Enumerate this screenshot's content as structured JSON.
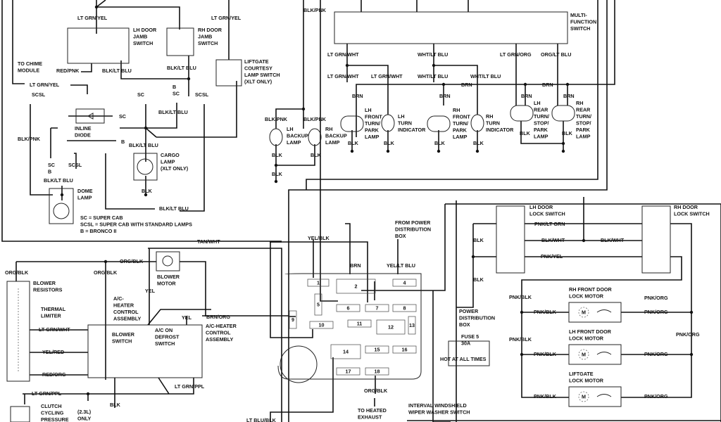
{
  "diagram": {
    "labels": [
      {
        "id": "w_ltgrnyel_top",
        "lines": [
          "LT GRN/YEL"
        ]
      },
      {
        "id": "c_lh_jamb",
        "lines": [
          "LH DOOR",
          "JAMB",
          "SWITCH"
        ]
      },
      {
        "id": "c_rh_jamb",
        "lines": [
          "RH DOOR",
          "JAMB",
          "SWITCH"
        ]
      },
      {
        "id": "w_ltgrnyel_right",
        "lines": [
          "LT GRN/YEL"
        ]
      },
      {
        "id": "c_chime",
        "lines": [
          "TO CHIME",
          "MODULE"
        ]
      },
      {
        "id": "w_redpnk",
        "lines": [
          "RED/PNK"
        ]
      },
      {
        "id": "w_blkltblu_1",
        "lines": [
          "BLK/LT BLU"
        ]
      },
      {
        "id": "w_blkltblu_2",
        "lines": [
          "BLK/LT BLU"
        ]
      },
      {
        "id": "c_liftgate_sw",
        "lines": [
          "LIFTGATE",
          "COURTESY",
          "LAMP SWITCH",
          "(XLT ONLY)"
        ]
      },
      {
        "id": "w_ltgrnyel_left",
        "lines": [
          "LT GRN/YEL"
        ]
      },
      {
        "id": "v_scsl_1",
        "lines": [
          "SCSL"
        ]
      },
      {
        "id": "v_sc_1",
        "lines": [
          "SC"
        ]
      },
      {
        "id": "v_b_sc",
        "lines": [
          "B",
          "SC"
        ]
      },
      {
        "id": "v_scsl_2",
        "lines": [
          "SCSL"
        ]
      },
      {
        "id": "w_blkltblu_3",
        "lines": [
          "BLK/LT BLU"
        ]
      },
      {
        "id": "v_sc_2",
        "lines": [
          "SC"
        ]
      },
      {
        "id": "c_diode",
        "lines": [
          "INLINE",
          "DIODE"
        ]
      },
      {
        "id": "v_b_1",
        "lines": [
          "B"
        ]
      },
      {
        "id": "w_blkpnk_left",
        "lines": [
          "BLK/PNK"
        ]
      },
      {
        "id": "w_blkltblu_4",
        "lines": [
          "BLK/LT BLU"
        ]
      },
      {
        "id": "c_cargo",
        "lines": [
          "CARGO",
          "LAMP",
          "(XLT ONLY)"
        ]
      },
      {
        "id": "v_sc_b",
        "lines": [
          "SC",
          "B"
        ]
      },
      {
        "id": "v_scsl_3",
        "lines": [
          "SCSL"
        ]
      },
      {
        "id": "w_blkltblu_5",
        "lines": [
          "BLK/LT BLU"
        ]
      },
      {
        "id": "w_blk_cargo",
        "lines": [
          "BLK"
        ]
      },
      {
        "id": "c_dome",
        "lines": [
          "DOME",
          "LAMP"
        ]
      },
      {
        "id": "w_blkltblu_6",
        "lines": [
          "BLK/LT BLU"
        ]
      },
      {
        "id": "legend",
        "lines": [
          "SC = SUPER CAB",
          "SCSL = SUPER CAB WITH STANDARD LAMPS",
          "B = BRONCO II"
        ]
      },
      {
        "id": "w_blkpnk_top",
        "lines": [
          "BLK/PNK"
        ]
      },
      {
        "id": "c_multifunction",
        "lines": [
          "MULTI-",
          "FUNCTION",
          "SWITCH"
        ]
      },
      {
        "id": "w_ltgrnwht_1",
        "lines": [
          "LT GRN/WHT"
        ]
      },
      {
        "id": "w_whtltblu_1",
        "lines": [
          "WHT/LT BLU"
        ]
      },
      {
        "id": "w_ltgrnorg",
        "lines": [
          "LT GRN/ORG"
        ]
      },
      {
        "id": "w_orgltblu",
        "lines": [
          "ORG/LT BLU"
        ]
      },
      {
        "id": "w_ltgrnwht_2",
        "lines": [
          "LT GRN/WHT"
        ]
      },
      {
        "id": "w_ltgrnwht_3",
        "lines": [
          "LT GRN/WHT"
        ]
      },
      {
        "id": "w_whtltblu_2",
        "lines": [
          "WHT/LT BLU"
        ]
      },
      {
        "id": "w_whtltblu_3",
        "lines": [
          "WHT/LT BLU"
        ]
      },
      {
        "id": "w_brn_1",
        "lines": [
          "BRN"
        ]
      },
      {
        "id": "w_brn_2",
        "lines": [
          "BRN"
        ]
      },
      {
        "id": "w_brn_3",
        "lines": [
          "BRN"
        ]
      },
      {
        "id": "w_brn_4",
        "lines": [
          "BRN"
        ]
      },
      {
        "id": "w_brn_5",
        "lines": [
          "BRN"
        ]
      },
      {
        "id": "w_brn_6",
        "lines": [
          "BRN"
        ]
      },
      {
        "id": "w_blkpnk_2",
        "lines": [
          "BLK/PNK"
        ]
      },
      {
        "id": "w_blkpnk_3",
        "lines": [
          "BLK/PNK"
        ]
      },
      {
        "id": "c_lh_backup",
        "lines": [
          "LH",
          "BACKUP",
          "LAMP"
        ]
      },
      {
        "id": "c_rh_backup",
        "lines": [
          "RH",
          "BACKUP",
          "LAMP"
        ]
      },
      {
        "id": "c_lh_front",
        "lines": [
          "LH",
          "FRONT",
          "TURN/",
          "PARK",
          "LAMP"
        ]
      },
      {
        "id": "c_lh_turn",
        "lines": [
          "LH",
          "TURN",
          "INDICATOR"
        ]
      },
      {
        "id": "c_rh_front",
        "lines": [
          "RH",
          "FRONT",
          "TURN/",
          "PARK",
          "LAMP"
        ]
      },
      {
        "id": "c_rh_turn",
        "lines": [
          "RH",
          "TURN",
          "INDICATOR"
        ]
      },
      {
        "id": "c_lh_rear",
        "lines": [
          "LH",
          "REAR",
          "TURN/",
          "STOP/",
          "PARK",
          "LAMP"
        ]
      },
      {
        "id": "c_rh_rear",
        "lines": [
          "RH",
          "REAR",
          "TURN/",
          "STOP/",
          "PARK",
          "LAMP"
        ]
      },
      {
        "id": "g_blk_1",
        "lines": [
          "BLK"
        ]
      },
      {
        "id": "g_blk_2",
        "lines": [
          "BLK"
        ]
      },
      {
        "id": "g_blk_3",
        "lines": [
          "BLK"
        ]
      },
      {
        "id": "g_blk_4",
        "lines": [
          "BLK"
        ]
      },
      {
        "id": "g_blk_5",
        "lines": [
          "BLK"
        ]
      },
      {
        "id": "g_blk_6",
        "lines": [
          "BLK"
        ]
      },
      {
        "id": "g_blk_7",
        "lines": [
          "BLK"
        ]
      },
      {
        "id": "g_blk_8",
        "lines": [
          "BLK"
        ]
      },
      {
        "id": "g_blk_9",
        "lines": [
          "BLK"
        ]
      },
      {
        "id": "w_tanwht",
        "lines": [
          "TAN/WHT"
        ]
      },
      {
        "id": "w_orgblk_1",
        "lines": [
          "ORG/BLK"
        ]
      },
      {
        "id": "w_orgblk_2",
        "lines": [
          "ORG/BLK"
        ]
      },
      {
        "id": "w_orgblk_3",
        "lines": [
          "ORG/BLK"
        ]
      },
      {
        "id": "c_blower_motor",
        "lines": [
          "BLOWER",
          "MOTOR"
        ]
      },
      {
        "id": "c_blower_res",
        "lines": [
          "BLOWER",
          "RESISTORS"
        ]
      },
      {
        "id": "w_yel_1",
        "lines": [
          "YEL"
        ]
      },
      {
        "id": "c_thermal",
        "lines": [
          "THERMAL",
          "LIMITER"
        ]
      },
      {
        "id": "c_ac_heater_1",
        "lines": [
          "A/C-",
          "HEATER",
          "CONTROL",
          "ASSEMBLY"
        ]
      },
      {
        "id": "w_yel_2",
        "lines": [
          "YEL"
        ]
      },
      {
        "id": "w_brnorg",
        "lines": [
          "BRN/ORG"
        ]
      },
      {
        "id": "c_ac_heater_2",
        "lines": [
          "A/C-HEATER",
          "CONTROL",
          "ASSEMBLY"
        ]
      },
      {
        "id": "w_ltgrnwht_4",
        "lines": [
          "LT GRN/WHT"
        ]
      },
      {
        "id": "c_blower_sw",
        "lines": [
          "BLOWER",
          "SWITCH"
        ]
      },
      {
        "id": "c_ac_defrost",
        "lines": [
          "A/C ON",
          "DEFROST",
          "SWITCH"
        ]
      },
      {
        "id": "w_yelred",
        "lines": [
          "YEL/RED"
        ]
      },
      {
        "id": "w_redorg",
        "lines": [
          "RED/ORG"
        ]
      },
      {
        "id": "w_ltgrnppl_1",
        "lines": [
          "LT GRN/PPL"
        ]
      },
      {
        "id": "w_ltgrnppl_2",
        "lines": [
          "LT GRN/PPL"
        ]
      },
      {
        "id": "c_clutch",
        "lines": [
          "CLUTCH",
          "CYCLING",
          "PRESSURE"
        ]
      },
      {
        "id": "v_23l",
        "lines": [
          "(2.3L)",
          "ONLY"
        ]
      },
      {
        "id": "g_blk_10",
        "lines": [
          "BLK"
        ]
      },
      {
        "id": "c_from_pdb",
        "lines": [
          "FROM POWER",
          "DISTRIBUTION",
          "BOX"
        ]
      },
      {
        "id": "w_yelblk",
        "lines": [
          "YEL/BLK"
        ]
      },
      {
        "id": "w_brn_fuse",
        "lines": [
          "BRN"
        ]
      },
      {
        "id": "w_yelltblu",
        "lines": [
          "YEL/LT BLU"
        ]
      },
      {
        "id": "w_orgblk_4",
        "lines": [
          "ORG/BLK"
        ]
      },
      {
        "id": "c_heated_exh",
        "lines": [
          "TO HEATED",
          "EXHAUST"
        ]
      },
      {
        "id": "c_wiper_sw",
        "lines": [
          "INTERVAL WINDSHIELD",
          "WIPER WASHER SWITCH"
        ]
      },
      {
        "id": "w_ltblublk",
        "lines": [
          "LT BLU/BLK"
        ]
      },
      {
        "id": "c_lh_lock_sw",
        "lines": [
          "LH DOOR",
          "LOCK SWITCH"
        ]
      },
      {
        "id": "c_rh_lock_sw",
        "lines": [
          "RH DOOR",
          "LOCK SWITCH"
        ]
      },
      {
        "id": "w_pnkltgrn",
        "lines": [
          "PNK/LT GRN"
        ]
      },
      {
        "id": "w_blkwht_1",
        "lines": [
          "BLK/WHT"
        ]
      },
      {
        "id": "w_blkwht_2",
        "lines": [
          "BLK/WHT"
        ]
      },
      {
        "id": "w_pnkyel",
        "lines": [
          "PNK/YEL"
        ]
      },
      {
        "id": "w_blk_pdb_1",
        "lines": [
          "BLK"
        ]
      },
      {
        "id": "w_blk_pdb_2",
        "lines": [
          "BLK"
        ]
      },
      {
        "id": "c_rh_lock_motor",
        "lines": [
          "RH FRONT DOOR",
          "LOCK MOTOR"
        ]
      },
      {
        "id": "c_lh_lock_motor",
        "lines": [
          "LH FRONT DOOR",
          "LOCK MOTOR"
        ]
      },
      {
        "id": "c_lg_lock_motor",
        "lines": [
          "LIFTGATE",
          "LOCK MOTOR"
        ]
      },
      {
        "id": "w_pnkblk_1",
        "lines": [
          "PNK/BLK"
        ]
      },
      {
        "id": "w_pnkblk_2",
        "lines": [
          "PNK/BLK"
        ]
      },
      {
        "id": "w_pnkblk_3",
        "lines": [
          "PNK/BLK"
        ]
      },
      {
        "id": "w_pnkblk_4",
        "lines": [
          "PNK/BLK"
        ]
      },
      {
        "id": "w_pnkblk_5",
        "lines": [
          "PNK/BLK"
        ]
      },
      {
        "id": "w_pnkorg_1",
        "lines": [
          "PNK/ORG"
        ]
      },
      {
        "id": "w_pnkorg_2",
        "lines": [
          "PNK/ORG"
        ]
      },
      {
        "id": "w_pnkorg_3",
        "lines": [
          "PNK/ORG"
        ]
      },
      {
        "id": "w_pnkorg_4",
        "lines": [
          "PNK/ORG"
        ]
      },
      {
        "id": "w_pnkorg_5",
        "lines": [
          "PNK/ORG"
        ]
      },
      {
        "id": "c_pdb",
        "lines": [
          "POWER",
          "DISTRIBUTION",
          "BOX"
        ]
      },
      {
        "id": "c_fuse5",
        "lines": [
          "FUSE 5",
          "30A"
        ]
      },
      {
        "id": "c_hot",
        "lines": [
          "HOT AT ALL TIMES"
        ]
      }
    ],
    "fuses": [
      "1",
      "2",
      "4",
      "5",
      "6",
      "7",
      "8",
      "9",
      "10",
      "11",
      "12",
      "13",
      "14",
      "15",
      "16",
      "17",
      "18"
    ],
    "motor_symbol": [
      "M",
      "M",
      "M"
    ]
  }
}
